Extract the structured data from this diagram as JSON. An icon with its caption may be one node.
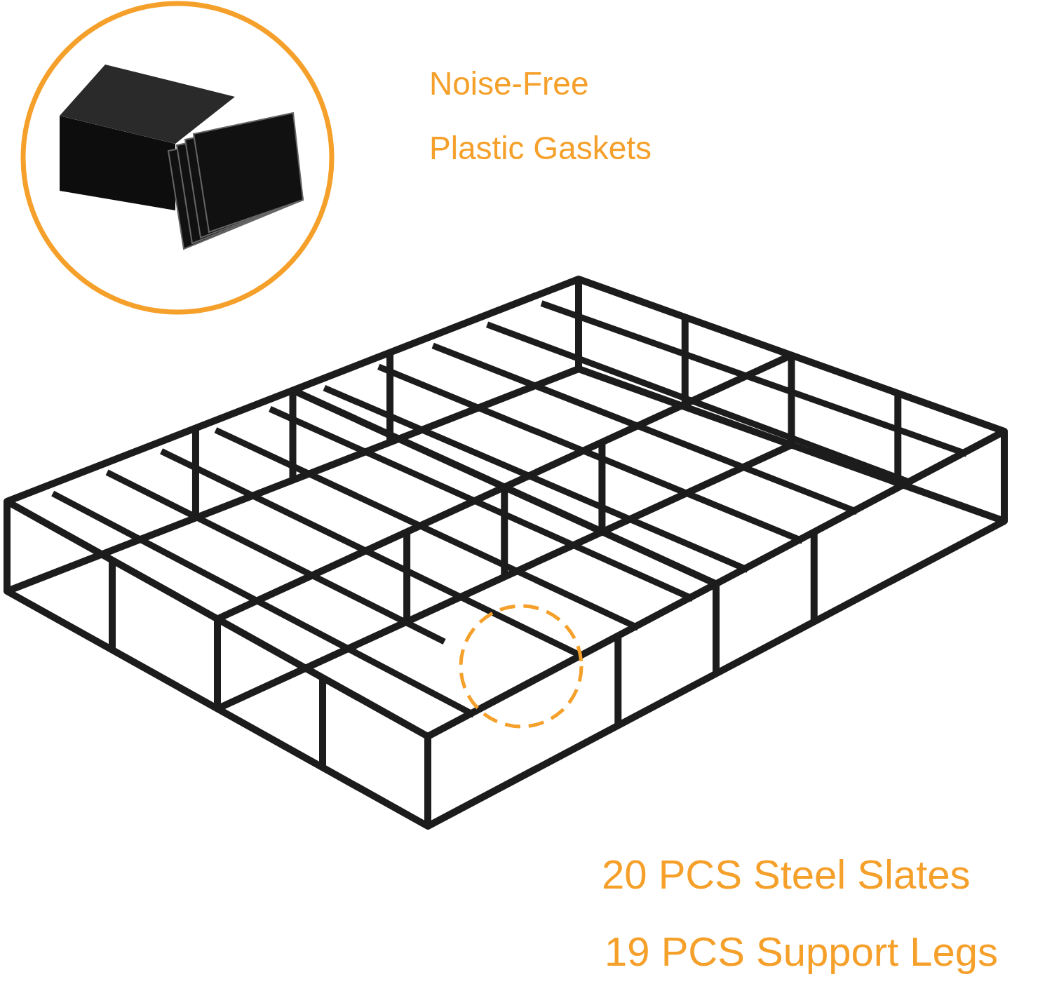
{
  "diagram": {
    "labels": [
      "Noise-Free",
      "Plastic Gaskets",
      "20 PCS Steel Slates",
      "19 PCS Support Legs"
    ]
  }
}
